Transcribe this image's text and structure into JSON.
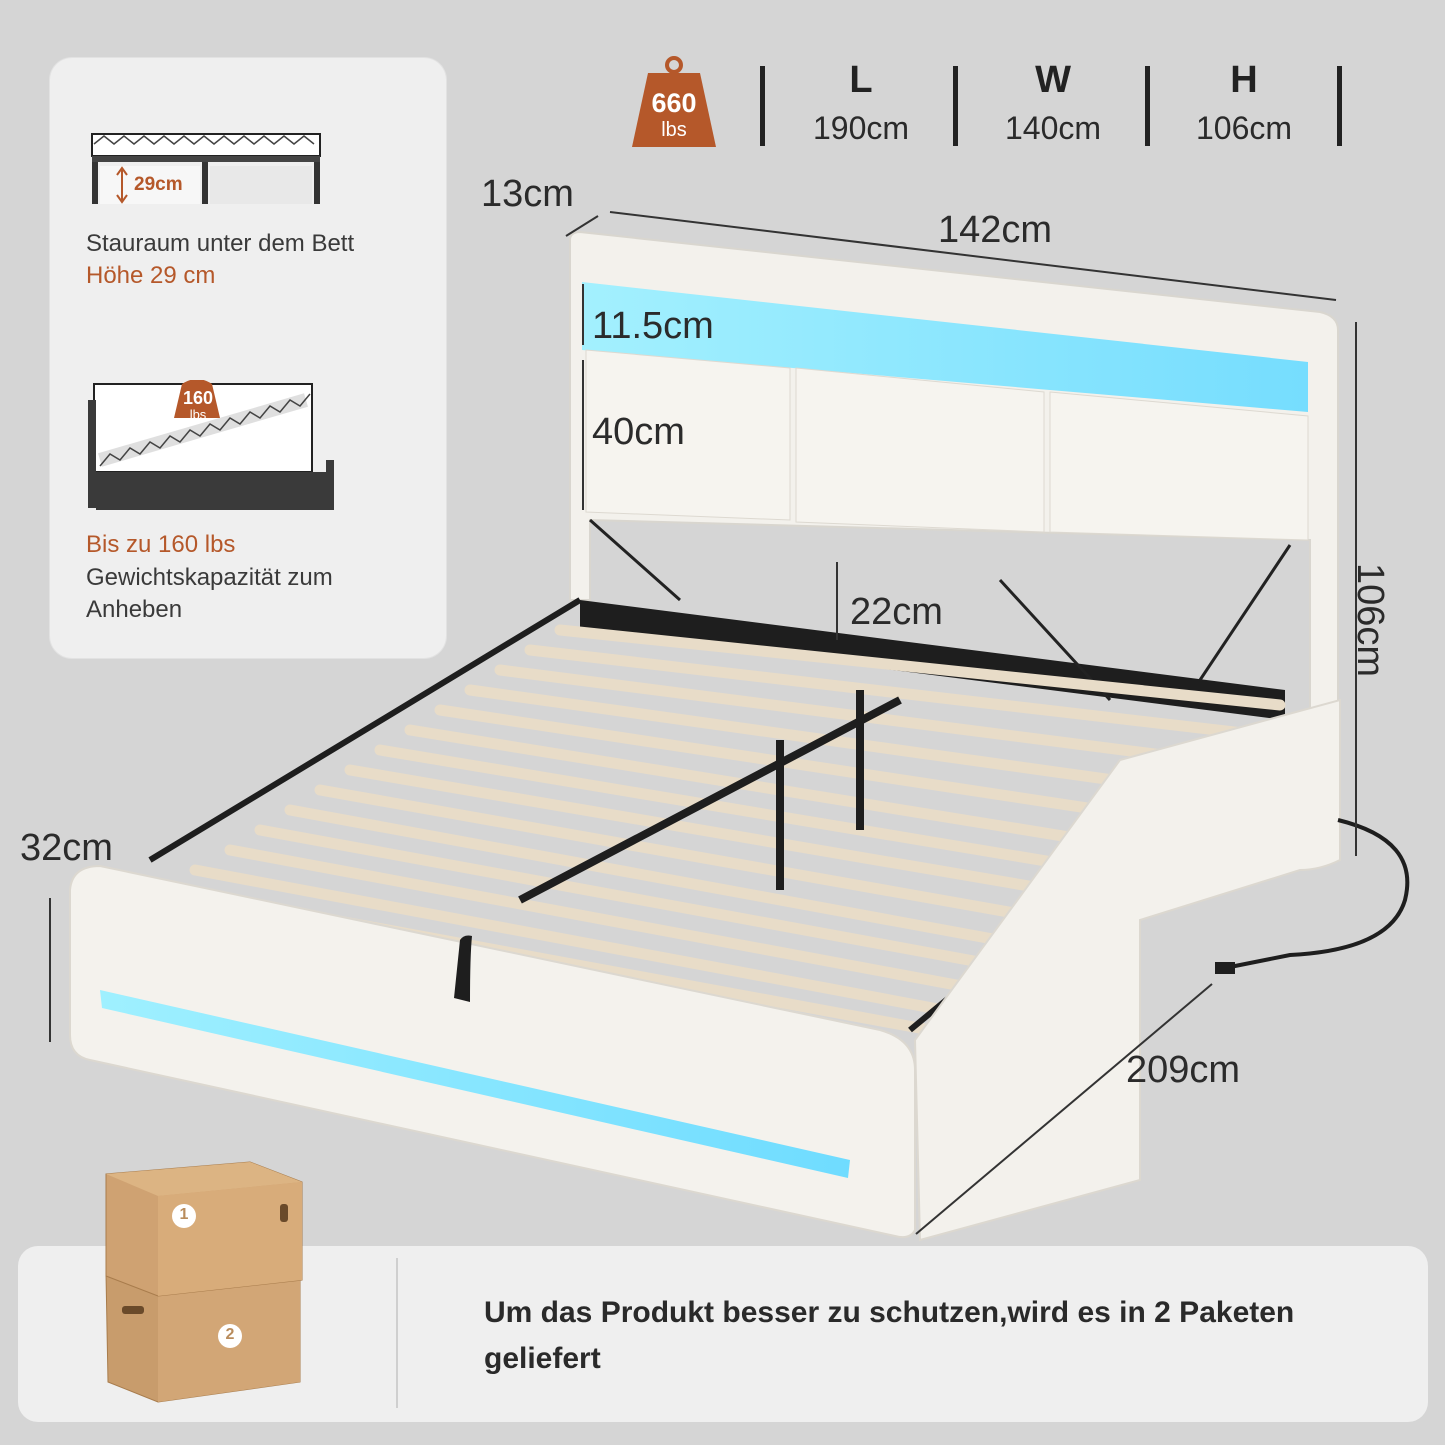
{
  "header": {
    "weight_value": "660",
    "weight_unit": "lbs",
    "specs": [
      {
        "key": "L",
        "value": "190cm"
      },
      {
        "key": "W",
        "value": "140cm"
      },
      {
        "key": "H",
        "value": "106cm"
      }
    ]
  },
  "left_panel": {
    "storage_small_label": "29cm",
    "storage_title": "Stauraum unter dem Bett",
    "storage_height": "Höhe 29 cm",
    "lift_badge_value": "160",
    "lift_badge_unit": "lbs",
    "lift_title": "Bis zu 160 lbs",
    "lift_desc": "Gewichtskapazität zum Anheben"
  },
  "dimensions": {
    "depth_top": "13cm",
    "width_top": "142cm",
    "led_height": "11.5cm",
    "headboard_height": "40cm",
    "gap_height": "22cm",
    "total_height": "106cm",
    "side_height": "32cm",
    "length": "209cm"
  },
  "footer": {
    "box1": "1",
    "box2": "2",
    "message": "Um das Produkt besser zu schutzen,wird es in 2 Paketen geliefert"
  },
  "colors": {
    "accent": "#b5582a",
    "led": "#7fe6ff",
    "fabric": "#f3f1ec",
    "frame": "#1e1e1e",
    "cardboard": "#c89c6c"
  }
}
